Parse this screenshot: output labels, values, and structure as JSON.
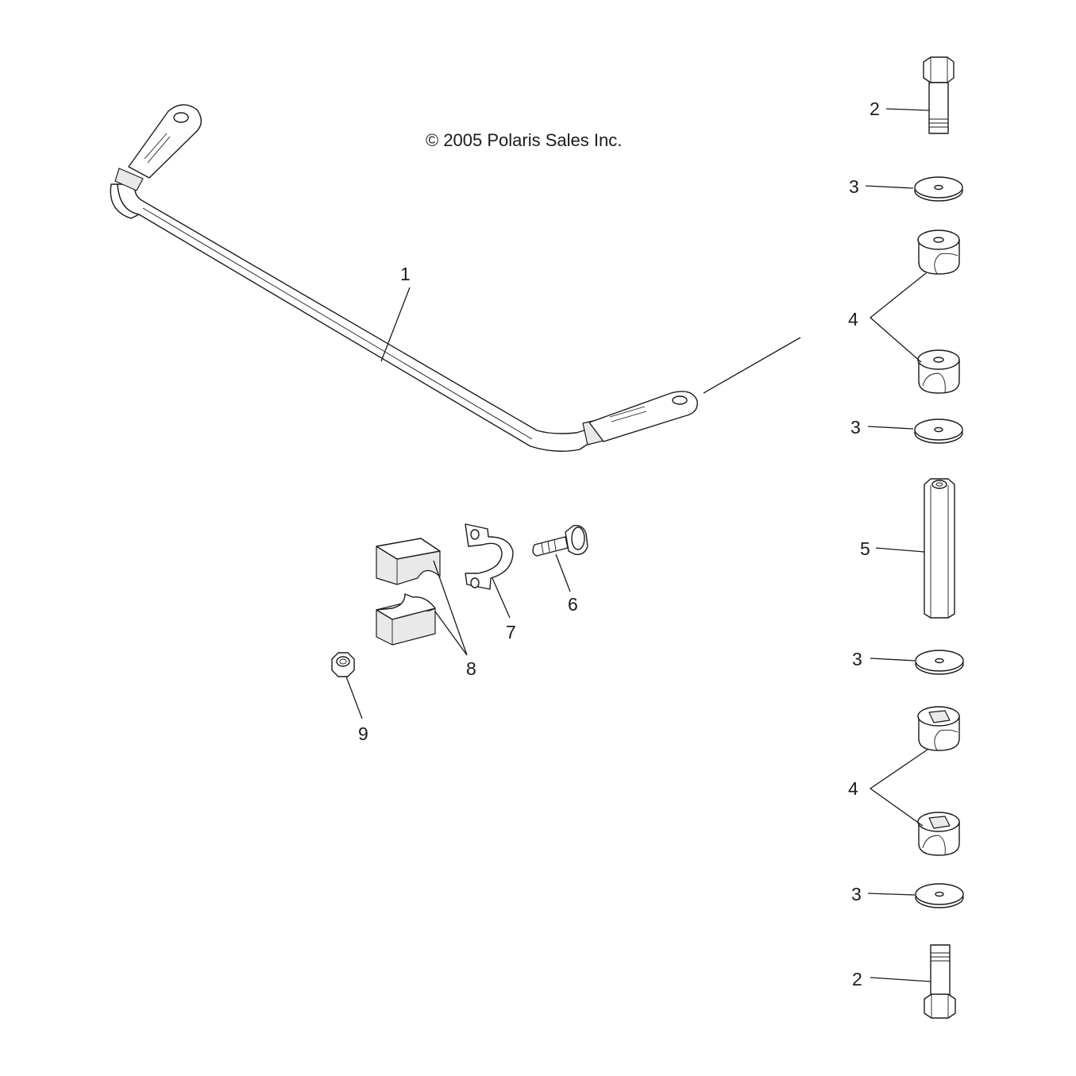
{
  "copyright": "© 2005 Polaris Sales Inc.",
  "callouts": {
    "c1": "1",
    "c2_top": "2",
    "c3_a": "3",
    "c4_upper": "4",
    "c3_b": "3",
    "c5": "5",
    "c3_c": "3",
    "c4_lower": "4",
    "c3_d": "3",
    "c2_bottom": "2",
    "c6": "6",
    "c7": "7",
    "c8": "8",
    "c9": "9"
  }
}
